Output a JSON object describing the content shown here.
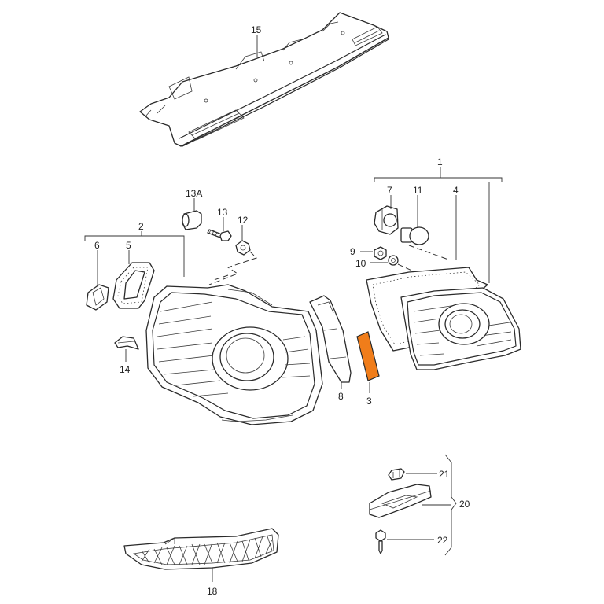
{
  "callouts": {
    "c15": "15",
    "c1": "1",
    "c13a": "13A",
    "c7": "7",
    "c11": "11",
    "c4": "4",
    "c13": "13",
    "c12": "12",
    "c2": "2",
    "c6": "6",
    "c5": "5",
    "c9": "9",
    "c10": "10",
    "c14": "14",
    "c8": "8",
    "c3": "3",
    "c21": "21",
    "c20": "20",
    "c22": "22",
    "c18": "18"
  },
  "colors": {
    "highlight": "#f07d1a",
    "line": "#2a2a2a"
  }
}
